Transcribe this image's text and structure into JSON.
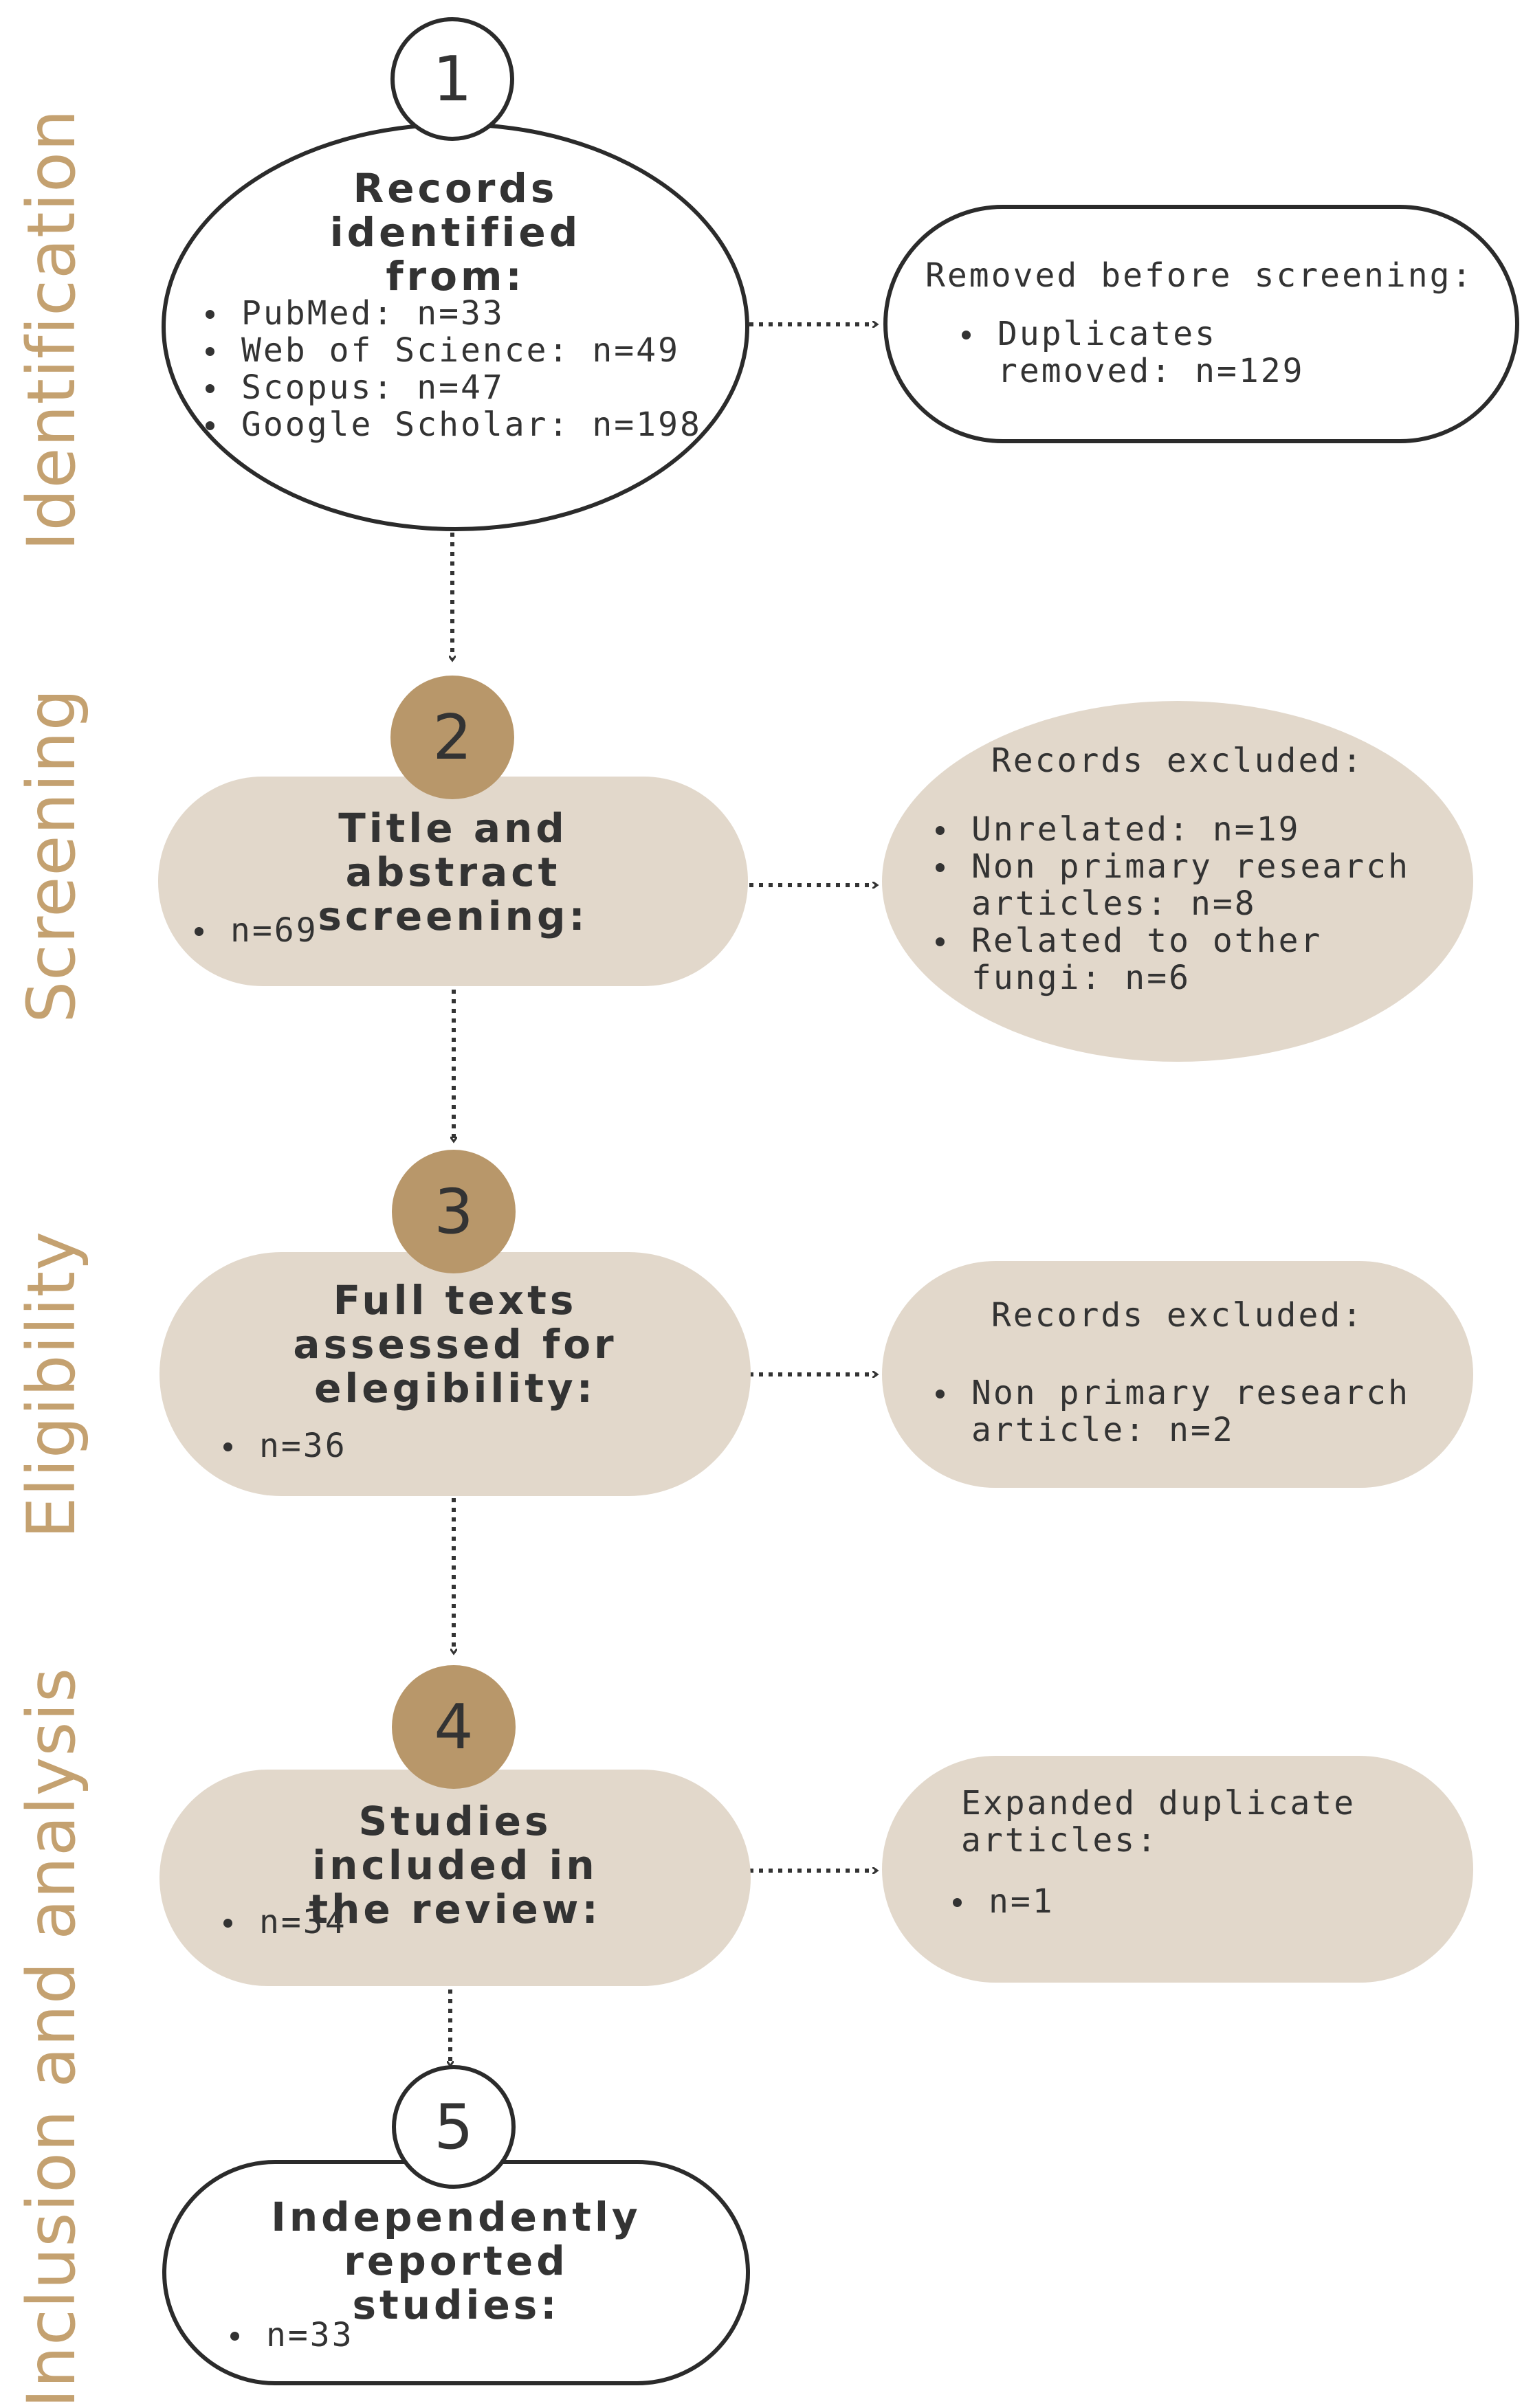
{
  "phases": {
    "identification": "Identification",
    "screening": "Screening",
    "eligibility": "Eligibility",
    "inclusion": "Inclusion and analysis"
  },
  "steps": {
    "s1": "1",
    "s2": "2",
    "s3": "3",
    "s4": "4",
    "s5": "5"
  },
  "identified": {
    "title": "Records identified from:",
    "items": [
      "PubMed: n=33",
      "Web of Science: n=49",
      "Scopus: n=47",
      "Google Scholar: n=198"
    ]
  },
  "removed": {
    "title": "Removed before screening:",
    "items": [
      "Duplicates removed: n=129"
    ]
  },
  "screening": {
    "title": "Title and abstract screening:",
    "items": [
      "n=69"
    ]
  },
  "screening_excluded": {
    "title": "Records excluded:",
    "items": [
      "Unrelated: n=19",
      "Non primary research articles: n=8",
      "Related to other fungi: n=6"
    ]
  },
  "eligibility": {
    "title": "Full texts assessed for elegibility:",
    "items": [
      "n=36"
    ]
  },
  "eligibility_excluded": {
    "title": "Records excluded:",
    "items": [
      "Non primary research article: n=2"
    ]
  },
  "included": {
    "title": "Studies included in the review:",
    "items": [
      "n=34"
    ]
  },
  "expanded": {
    "title": "Expanded duplicate articles:",
    "items": [
      "n=1"
    ]
  },
  "independent": {
    "title": "Independently reported studies:",
    "items": [
      "n=33"
    ]
  },
  "colors": {
    "beige_box": "#e2d8cb",
    "tan_circle": "#b8976a",
    "phase_label": "#c4a170",
    "outline": "#2b2b2b"
  }
}
